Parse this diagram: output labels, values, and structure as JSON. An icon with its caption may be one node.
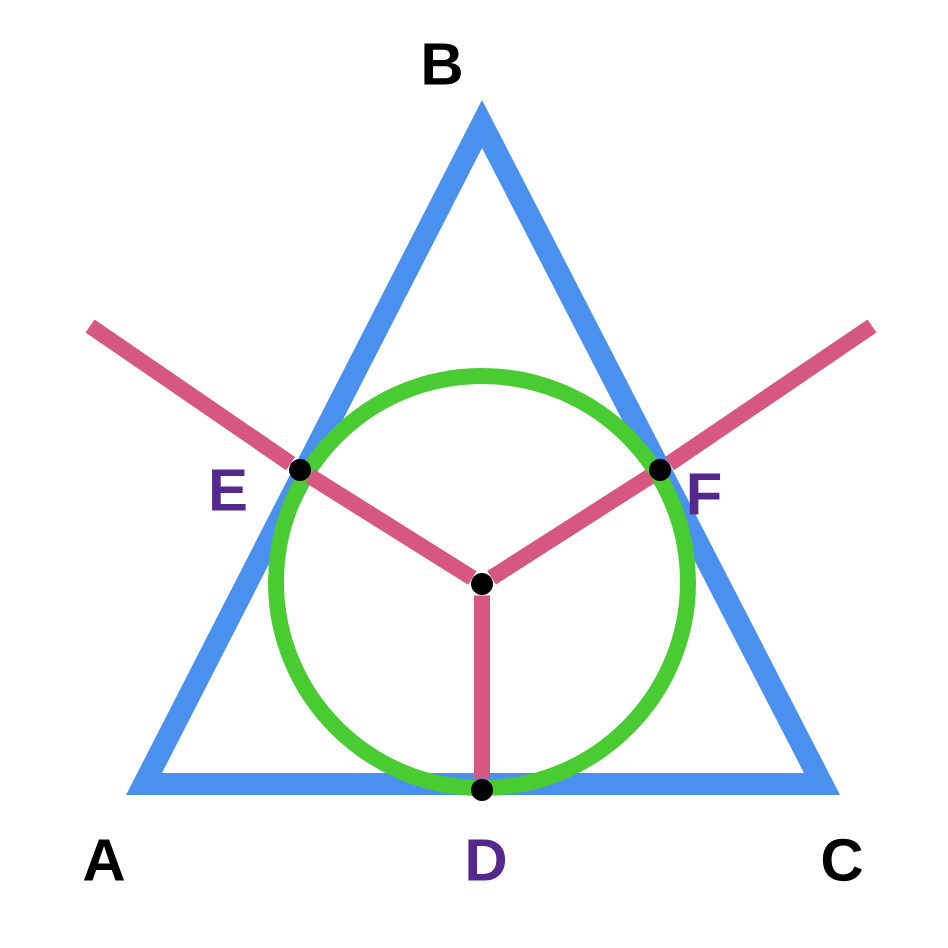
{
  "diagram": {
    "nodes": [
      {
        "text": [],
        "shape": "circle"
      },
      {
        "text": [],
        "shape": "circle",
        "beside": [
          "D"
        ]
      },
      {
        "text": [],
        "shape": "circle",
        "beside": [
          "E"
        ]
      },
      {
        "text": [],
        "shape": "circle",
        "beside": [
          "F"
        ]
      }
    ],
    "edges": [
      {
        "from": 0,
        "to": 1,
        "arrow": "none"
      },
      {
        "from": 0,
        "to": 2,
        "arrow": "none"
      },
      {
        "from": 0,
        "to": 3,
        "arrow": "none"
      },
      {
        "from": 2,
        "to": null,
        "arrow": "none"
      },
      {
        "from": 3,
        "to": null,
        "arrow": "none"
      }
    ],
    "labels": [
      "B",
      "A",
      "C"
    ]
  }
}
